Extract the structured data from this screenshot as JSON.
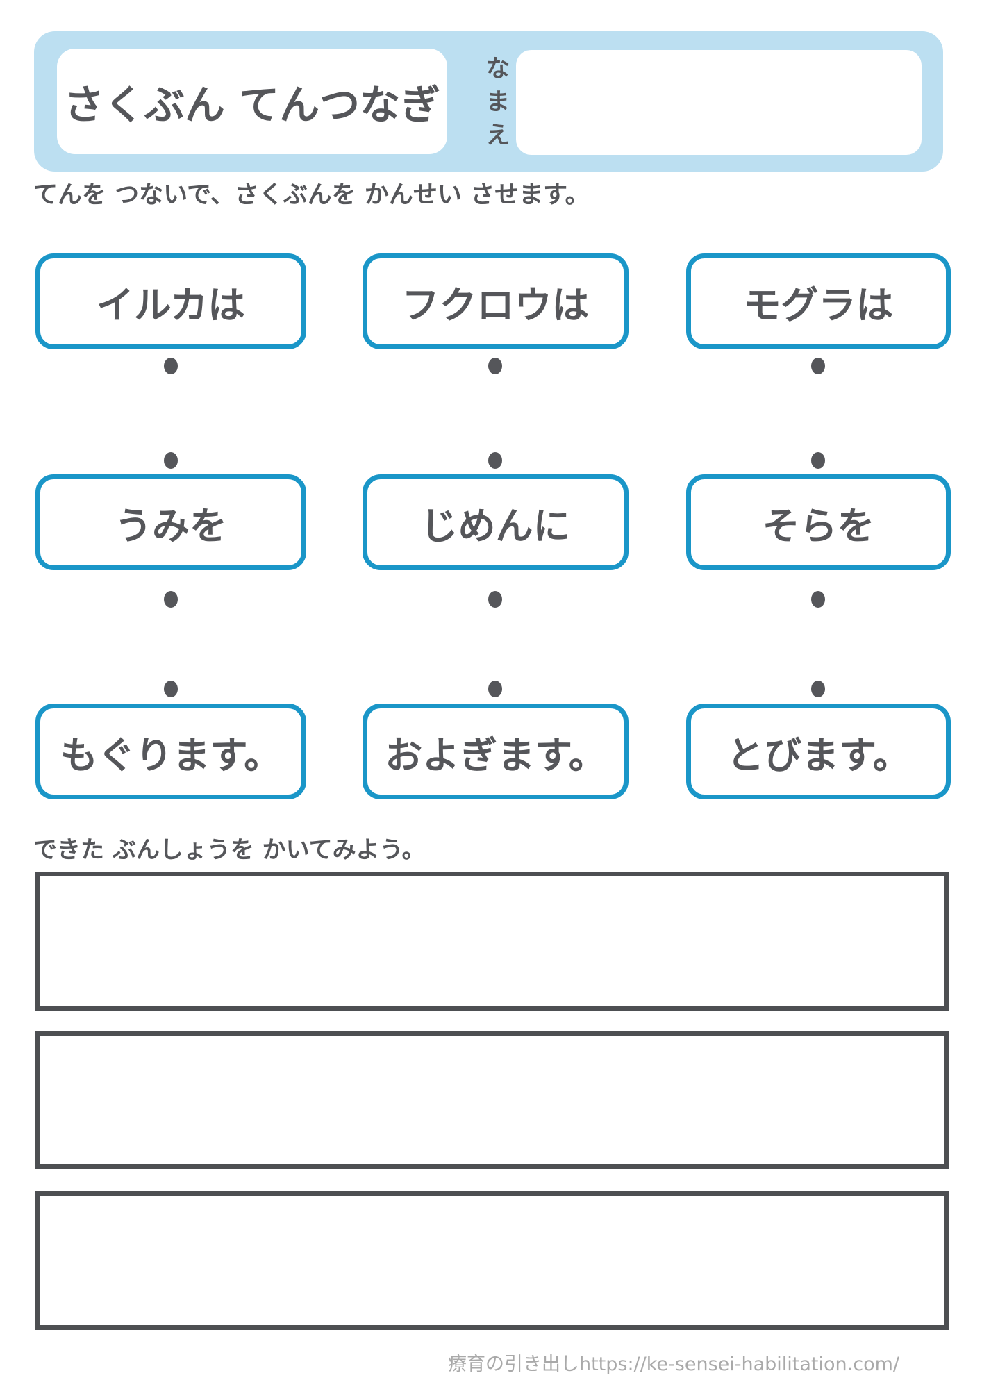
{
  "page": {
    "title": "さくぶん てんつなぎ",
    "name_label_chars": [
      "な",
      "ま",
      "え"
    ],
    "name_value": "",
    "instruction": "てんを つないで、さくぶんを かんせい させます。",
    "write_prompt": "できた ぶんしょうを かいてみよう。",
    "footer": "療育の引き出しhttps://ke-sensei-habilitation.com/"
  },
  "grid": {
    "rows": [
      {
        "cells": [
          "イルカは",
          "フクロウは",
          "モグラは"
        ]
      },
      {
        "cells": [
          "うみを",
          "じめんに",
          "そらを"
        ]
      },
      {
        "cells": [
          "もぐります。",
          "およぎます。",
          "とびます。"
        ]
      }
    ]
  },
  "colors": {
    "header_bg": "#bcdff1",
    "word_box_border": "#1a96c8",
    "writing_box_border": "#4d4f52",
    "text": "#55565a",
    "dot": "#55565a",
    "footer_text": "#a9a9a9"
  }
}
